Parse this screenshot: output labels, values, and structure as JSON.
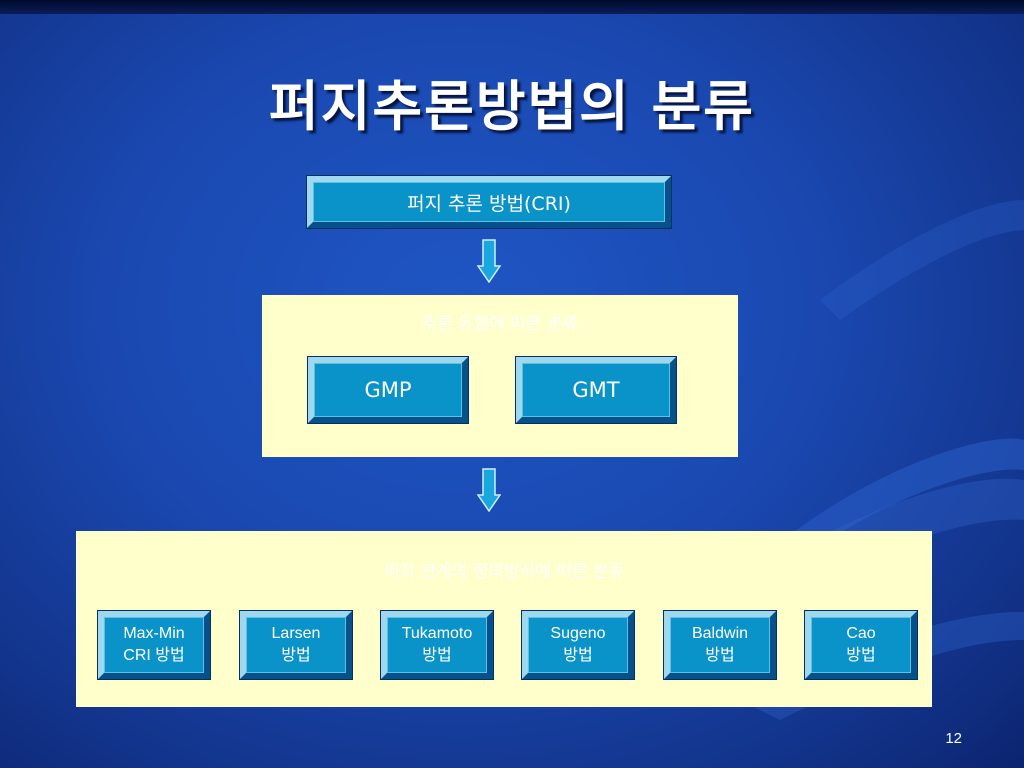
{
  "slide": {
    "title": "퍼지추론방법의 분류",
    "page_number": "12"
  },
  "diagram": {
    "top_box": "퍼지 추론 방법(CRI)",
    "panel_1": {
      "heading": "추론 유형에 따른 분류",
      "items": [
        "GMP",
        "GMT"
      ]
    },
    "panel_2": {
      "heading": "퍼지 관계의 정의방식에 따른 분류",
      "items": [
        {
          "line1": "Max-Min",
          "line2": "CRI 방법"
        },
        {
          "line1": "Larsen",
          "line2": "방법"
        },
        {
          "line1": "Tukamoto",
          "line2": "방법"
        },
        {
          "line1": "Sugeno",
          "line2": "방법"
        },
        {
          "line1": "Baldwin",
          "line2": "방법"
        },
        {
          "line1": "Cao",
          "line2": "방법"
        }
      ]
    }
  },
  "colors": {
    "background": "#1a48b0",
    "box_fill": "#0a93c8",
    "panel_fill": "#ffffcc",
    "text": "#ffffff"
  }
}
